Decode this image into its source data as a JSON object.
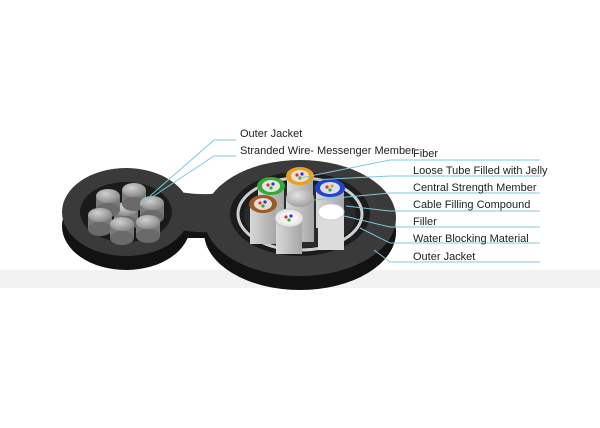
{
  "diagram": {
    "labels": {
      "outer_jacket_left": "Outer Jacket",
      "stranded_wire": "Stranded Wire- Messenger Member",
      "fiber": "Fiber",
      "loose_tube": "Loose Tube Filled with Jelly",
      "central_strength": "Central Strength Member",
      "cable_filling": "Cable Filling Compound",
      "filler": "Filler",
      "water_blocking": "Water Blocking Material",
      "outer_jacket_right": "Outer  Jacket"
    },
    "colors": {
      "jacket": "#2e2e2e",
      "jacket_side": "#141414",
      "leader_line": "#7ec8dc",
      "wire": "#9a9a9a",
      "tube_green": "#3aa53a",
      "tube_orange": "#e8a020",
      "tube_brown": "#9b5a2a",
      "tube_blue": "#2244cc",
      "tube_white": "#e8e8e8",
      "central_member": "#a8a8a8"
    }
  }
}
